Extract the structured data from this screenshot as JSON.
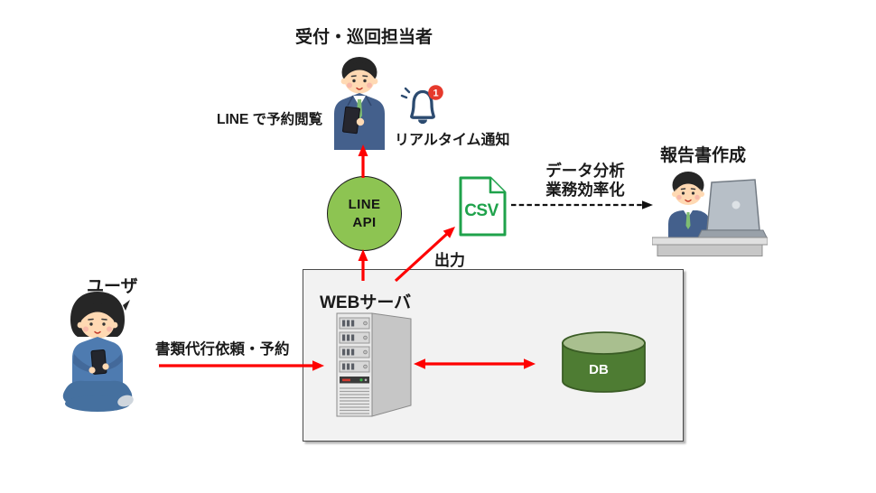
{
  "diagram": {
    "labels": {
      "staff_title": "受付・巡回担当者",
      "line_view": "LINE で予約閲覧",
      "realtime_notify": "リアルタイム通知",
      "badge_count": "1",
      "line_api_line1": "LINE",
      "line_api_line2": "API",
      "csv": "CSV",
      "output": "出力",
      "data_analysis_line1": "データ分析",
      "data_analysis_line2": "業務効率化",
      "report_title": "報告書作成",
      "user_title": "ユーザ",
      "request": "書類代行依頼・予約",
      "web_server": "WEBサーバ",
      "db": "DB"
    },
    "colors": {
      "arrow_red": "#fe0000",
      "dashed_arrow_black": "#111111",
      "api_circle_green": "#8dc452",
      "csv_green": "#1fa24b",
      "db_body_green": "#4e7c33",
      "db_top_green": "#a9bf8f",
      "box_background": "#f2f2f2",
      "box_border": "#4a4a4a",
      "bell_navy": "#2c4b70",
      "badge_red": "#e6392c",
      "suit_navy": "#44608c",
      "sweater_blue": "#4e7bb0",
      "skin": "#ffd9b3",
      "tie_green": "#7fbd72"
    }
  }
}
